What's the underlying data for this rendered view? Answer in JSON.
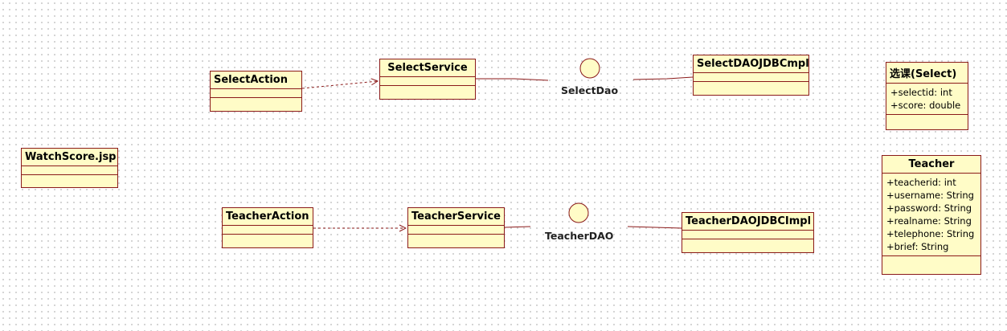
{
  "classes": {
    "select_action": {
      "name": "SelectAction"
    },
    "select_service": {
      "name": "SelectService"
    },
    "select_dao_impl": {
      "name": "SelectDAOJDBCmpl"
    },
    "watch_score": {
      "name": "WatchScore.jsp"
    },
    "teacher_action": {
      "name": "TeacherAction"
    },
    "teacher_service": {
      "name": "TeacherService"
    },
    "teacher_dao_impl": {
      "name": "TeacherDAOJDBCImpl"
    },
    "select_entity": {
      "name": "选课(Select)",
      "attributes": [
        "+selectid: int",
        "+score: double"
      ]
    },
    "teacher_entity": {
      "name": "Teacher",
      "attributes": [
        "+teacherid: int",
        "+username: String",
        "+password: String",
        "+realname: String",
        "+telephone: String",
        "+brief: String"
      ]
    }
  },
  "interfaces": {
    "select_dao": {
      "name": "SelectDao"
    },
    "teacher_dao": {
      "name": "TeacherDAO"
    }
  },
  "colors": {
    "class_fill": "#fffcc7",
    "class_border": "#8b1a1a",
    "line": "#8b1a1a"
  }
}
